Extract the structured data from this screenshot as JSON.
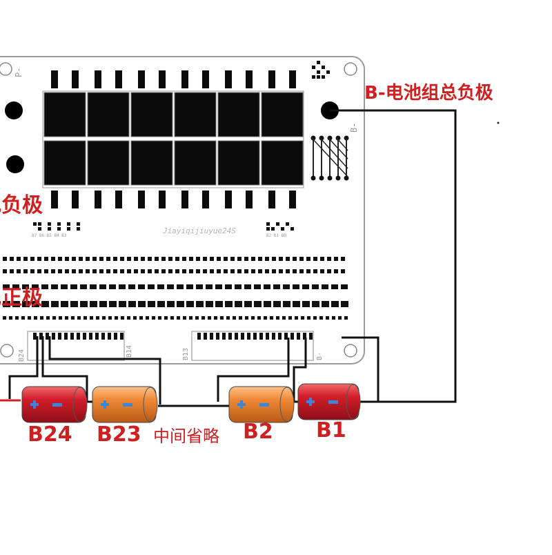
{
  "labels": {
    "b_minus_total_negative": "B-电池组总负极",
    "left_negative_partial": "电负极",
    "left_positive_partial": "电正极",
    "omitted_middle": "中间省略"
  },
  "board": {
    "pin_p_minus": "P-",
    "pin_b_minus": "B-",
    "model_text": "Jiayiqijiuyue24S",
    "silk_b24": "B24",
    "silk_b14": "B14",
    "silk_b13": "B13",
    "silk_b_minus": "B-",
    "led_group_left": "B7 B6 B5 B4 B3",
    "led_group_right": "B2 B1 B0"
  },
  "cells": [
    {
      "id": "B24",
      "label": "B24",
      "color": "#d21e2a"
    },
    {
      "id": "B23",
      "label": "B23",
      "color": "#f08a36"
    },
    {
      "id": "B2",
      "label": "B2",
      "color": "#f08a36"
    },
    {
      "id": "B1",
      "label": "B1",
      "color": "#d21e2a"
    }
  ],
  "colors": {
    "red_text": "#d11f1f",
    "wire": "#111111",
    "board_outline": "#9a9a9a",
    "mosfet": "#0b0b0b"
  }
}
